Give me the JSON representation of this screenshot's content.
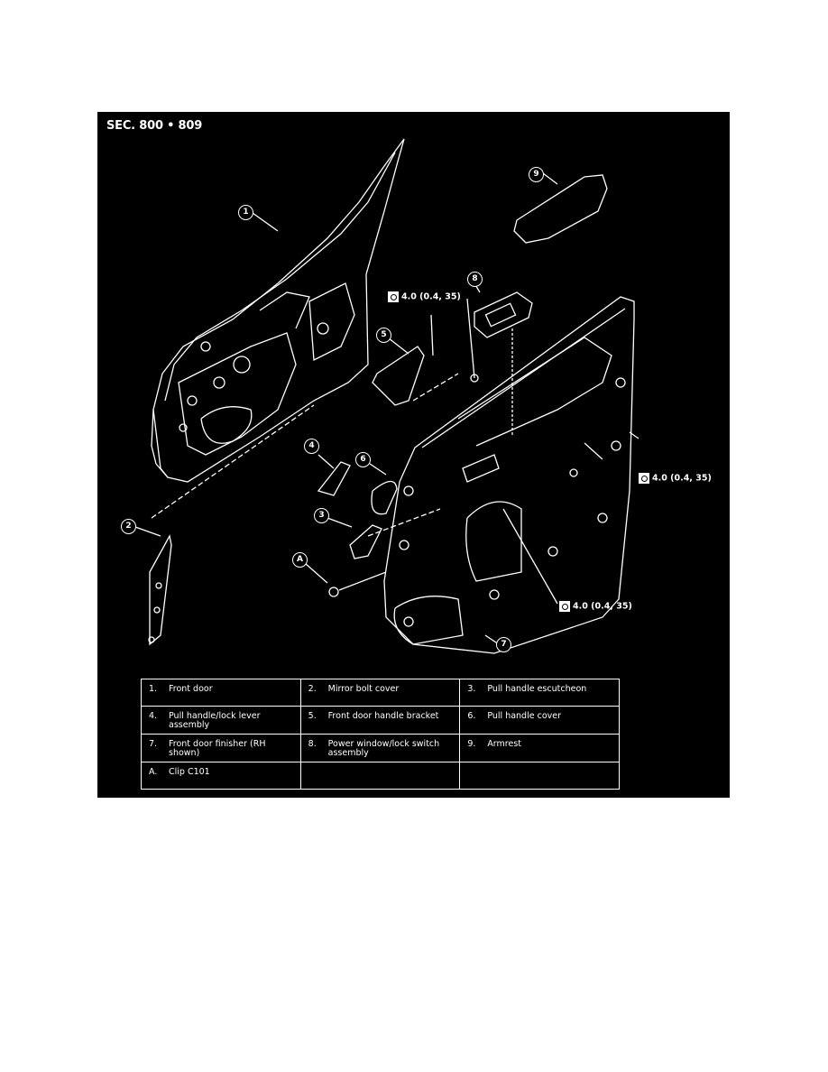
{
  "figure": {
    "section_title": "SEC. 800 • 809",
    "callouts": [
      "1",
      "2",
      "3",
      "4",
      "5",
      "6",
      "7",
      "8",
      "9",
      "A"
    ],
    "torque_spec": "4.0 (0.4, 35)",
    "torque_icon": "torque-wrench-icon"
  },
  "legend": {
    "rows": [
      [
        {
          "num": "1.",
          "text": "Front door"
        },
        {
          "num": "2.",
          "text": "Mirror bolt cover"
        },
        {
          "num": "3.",
          "text": "Pull handle escutcheon"
        }
      ],
      [
        {
          "num": "4.",
          "text": "Pull handle/lock lever assembly"
        },
        {
          "num": "5.",
          "text": "Front door handle bracket"
        },
        {
          "num": "6.",
          "text": "Pull handle cover"
        }
      ],
      [
        {
          "num": "7.",
          "text": "Front door finisher (RH shown)"
        },
        {
          "num": "8.",
          "text": "Power window/lock switch assembly"
        },
        {
          "num": "9.",
          "text": "Armrest"
        }
      ],
      [
        {
          "num": "A.",
          "text": "Clip C101"
        },
        {
          "num": "",
          "text": ""
        },
        {
          "num": "",
          "text": ""
        }
      ]
    ]
  }
}
